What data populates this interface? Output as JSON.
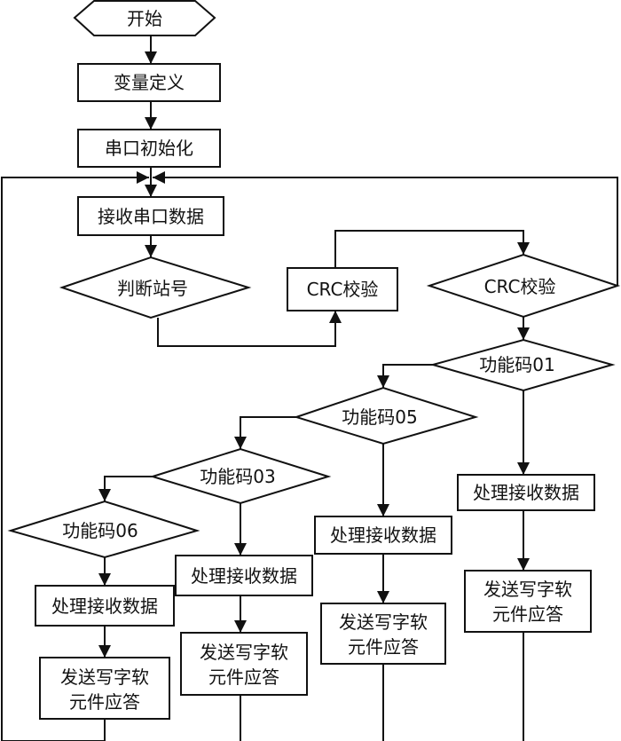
{
  "nodes": {
    "start": "开始",
    "var_def": "变量定义",
    "serial_init": "串口初始化",
    "recv_serial": "接收串口数据",
    "check_station": "判断站号",
    "crc_check_box": "CRC校验",
    "crc_check_dec": "CRC校验",
    "func01": "功能码01",
    "func05": "功能码05",
    "func03": "功能码03",
    "func06": "功能码06",
    "proc01": "处理接收数据",
    "proc05": "处理接收数据",
    "proc03": "处理接收数据",
    "proc06": "处理接收数据",
    "reply01": [
      "发送写字软",
      "元件应答"
    ],
    "reply05": [
      "发送写字软",
      "元件应答"
    ],
    "reply03": [
      "发送写字软",
      "元件应答"
    ],
    "reply06": [
      "发送写字软",
      "元件应答"
    ]
  }
}
